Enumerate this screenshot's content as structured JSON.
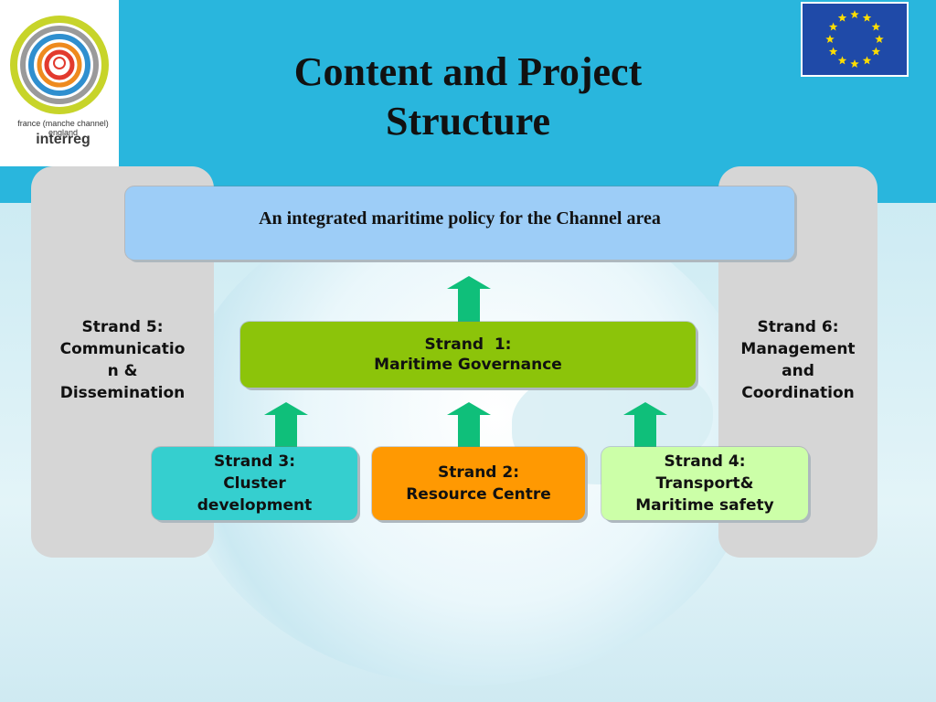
{
  "title": {
    "line1": "Content and Project",
    "line2": "Structure"
  },
  "logo": {
    "small_text": "france (manche channel) england",
    "main_text": "interreg"
  },
  "top_box": {
    "text": "An integrated maritime policy for the Channel area"
  },
  "strand1": {
    "line1": "Strand  1:",
    "line2": "Maritime Governance"
  },
  "strand2": {
    "line1": "Strand 2:",
    "line2": "Resource Centre"
  },
  "strand3": {
    "line1": "Strand 3:",
    "line2": "Cluster",
    "line3": "development"
  },
  "strand4": {
    "line1": "Strand 4:",
    "line2": "Transport&",
    "line3": "Maritime safety"
  },
  "strand5": {
    "line1": "Strand 5:",
    "line2": "Communicatio",
    "line3": "n &",
    "line4": "Dissemination"
  },
  "strand6": {
    "line1": "Strand 6:",
    "line2": "Management",
    "line3": "and",
    "line4": "Coordination"
  },
  "colors": {
    "top_band": "#29b6dd",
    "top_box": "#9dcdf7",
    "strand1": "#8cc40a",
    "strand2": "#ff9902",
    "strand3": "#35cfcf",
    "strand4": "#ccffa8",
    "side_panels": "#d6d6d6",
    "arrows": "#0fbf7a",
    "eu_flag": "#1f4aa8",
    "eu_stars": "#ffde00"
  },
  "icons": {
    "logo": "interreg-logo-icon",
    "flag": "eu-flag-icon",
    "arrow": "arrow-up-icon"
  }
}
